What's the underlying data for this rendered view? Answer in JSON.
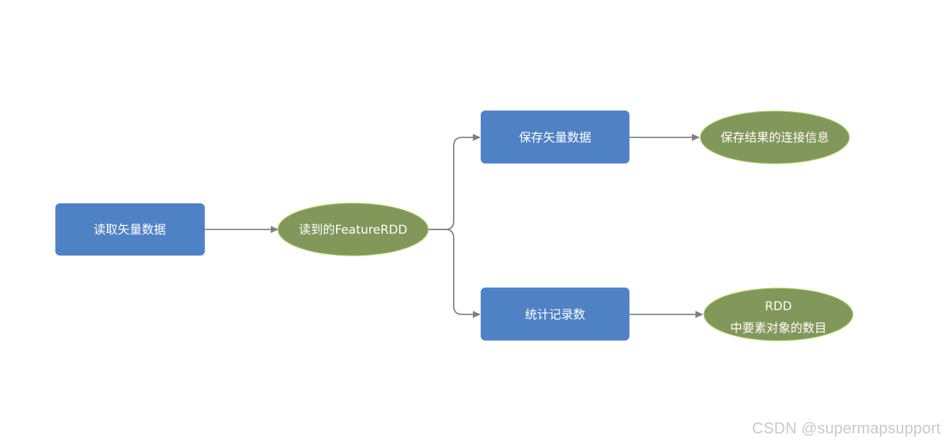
{
  "nodes": {
    "read_vector": {
      "label": "读取矢量数据"
    },
    "feature_rdd": {
      "label": "读到的FeatureRDD"
    },
    "save_vector": {
      "label": "保存矢量数据"
    },
    "save_result": {
      "label": "保存结果的连接信息"
    },
    "count_records": {
      "label": "统计记录数"
    },
    "rdd_count": {
      "label_line1": "RDD",
      "label_line2": "中要素对象的数目"
    }
  },
  "colors": {
    "rect_fill": "#4f81c5",
    "ellipse_fill": "#82975a",
    "ellipse_stroke": "#a4cf5a",
    "edge": "#7f7f7f",
    "watermark": "#c9c9c9"
  },
  "watermark": "CSDN @supermapsupport"
}
